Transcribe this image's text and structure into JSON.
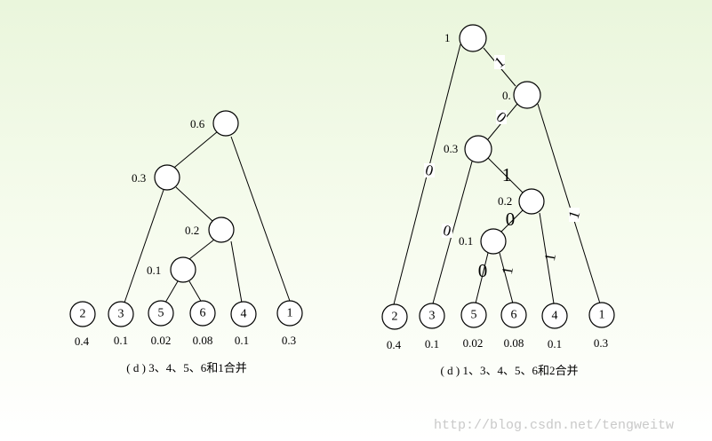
{
  "left_tree": {
    "internal_labels": [
      "0.6",
      "0.3",
      "0.2",
      "0.1"
    ],
    "leaves": [
      {
        "symbol": "2",
        "weight": "0.4"
      },
      {
        "symbol": "3",
        "weight": "0.1"
      },
      {
        "symbol": "5",
        "weight": "0.02"
      },
      {
        "symbol": "6",
        "weight": "0.08"
      },
      {
        "symbol": "4",
        "weight": "0.1"
      },
      {
        "symbol": "1",
        "weight": "0.3"
      }
    ],
    "caption": "( d ) 3、4、5、6和1合并"
  },
  "right_tree": {
    "internal_labels": [
      "1",
      "0.",
      "0.3",
      "0.2",
      "0.1"
    ],
    "leaves": [
      {
        "symbol": "2",
        "weight": "0.4"
      },
      {
        "symbol": "3",
        "weight": "0.1"
      },
      {
        "symbol": "5",
        "weight": "0.02"
      },
      {
        "symbol": "6",
        "weight": "0.08"
      },
      {
        "symbol": "4",
        "weight": "0.1"
      },
      {
        "symbol": "1",
        "weight": "0.3"
      }
    ],
    "edge_bits": [
      "1",
      "0",
      "0",
      "1",
      "1",
      "0",
      "0",
      "1",
      "0",
      "1"
    ],
    "caption": "( d ) 1、3、4、5、6和2合并"
  },
  "watermark": "http://blog.csdn.net/tengweitw"
}
